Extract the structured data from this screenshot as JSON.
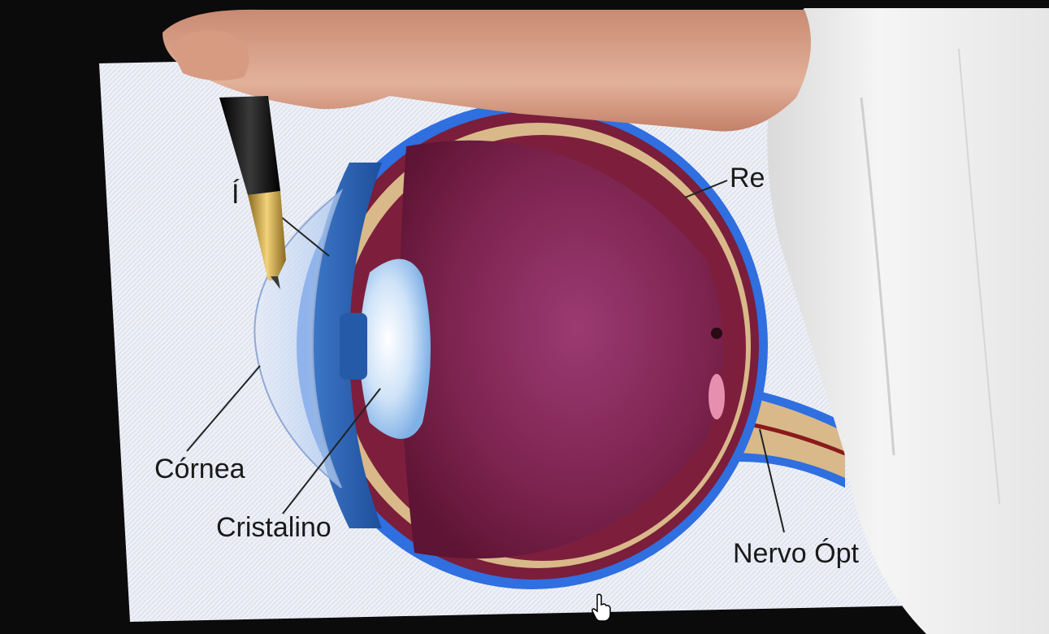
{
  "labels": {
    "iris": "Í",
    "retina": "Re",
    "cornea": "Córnea",
    "cristalino": "Cristalino",
    "nervo_optico": "Nervo Ópt"
  },
  "colors": {
    "background": "#0b0b0b",
    "screen": "#eef0f7",
    "sclera_blue": "#2f6fe0",
    "choroid": "#7d1f3c",
    "vitreous": "#8a2a55",
    "retina_band": "#d9b98a",
    "lens": "#bcd8f5",
    "coat": "#f2f2f2",
    "skin": "#d9a48c"
  },
  "icons": {
    "pointer": "hand-pointer-icon",
    "pen": "pen-icon"
  }
}
